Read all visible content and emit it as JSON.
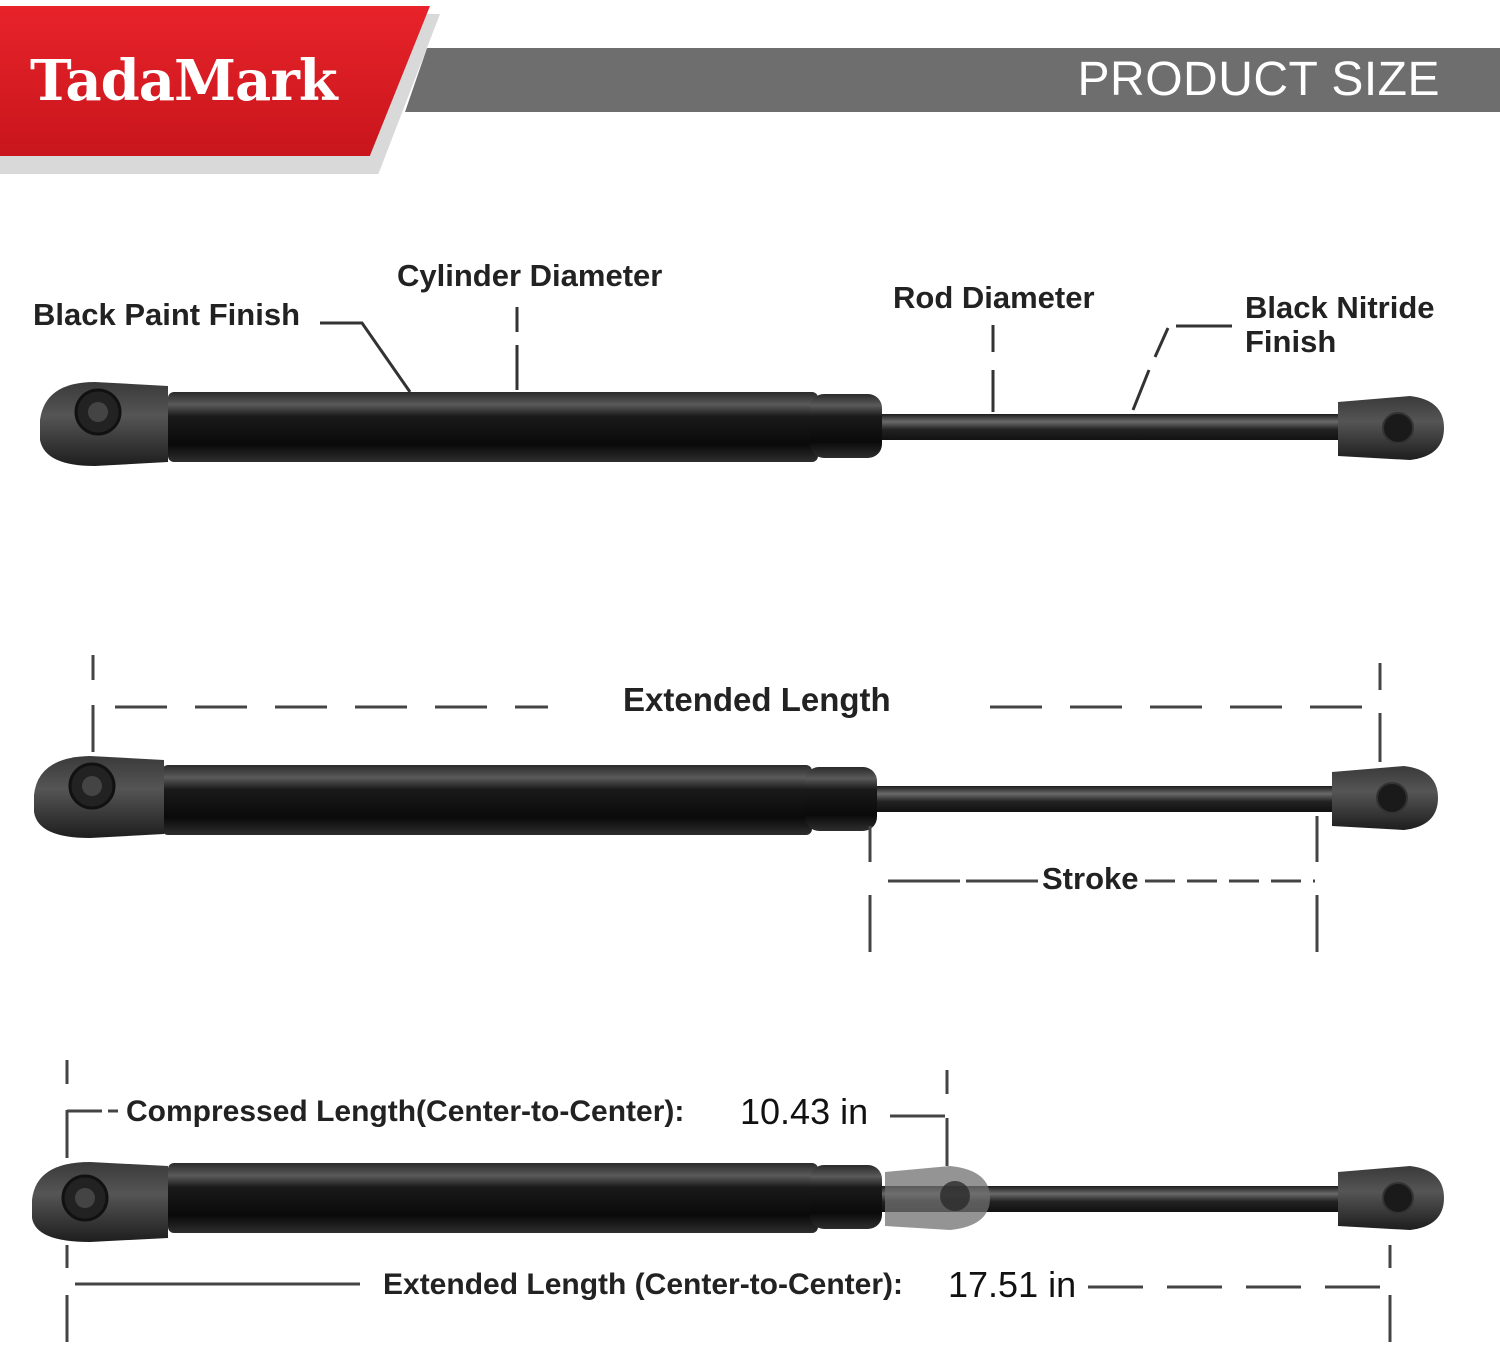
{
  "brand": {
    "logo_text": "TadaMark"
  },
  "header": {
    "title": "PRODUCT SIZE"
  },
  "diagram1": {
    "black_paint_finish": "Black Paint Finish",
    "cylinder_diameter": "Cylinder Diameter",
    "rod_diameter": "Rod Diameter",
    "black_nitride_line1": "Black Nitride",
    "black_nitride_line2": "Finish"
  },
  "diagram2": {
    "extended_length": "Extended Length",
    "stroke": "Stroke"
  },
  "diagram3": {
    "compressed_label": "Compressed Length(Center-to-Center):",
    "compressed_value": "10.43 in",
    "extended_label": "Extended Length (Center-to-Center):",
    "extended_value": "17.51 in"
  },
  "colors": {
    "brand_red": "#d81c22",
    "header_gray": "#6e6e6e",
    "strut_black": "#141414"
  }
}
